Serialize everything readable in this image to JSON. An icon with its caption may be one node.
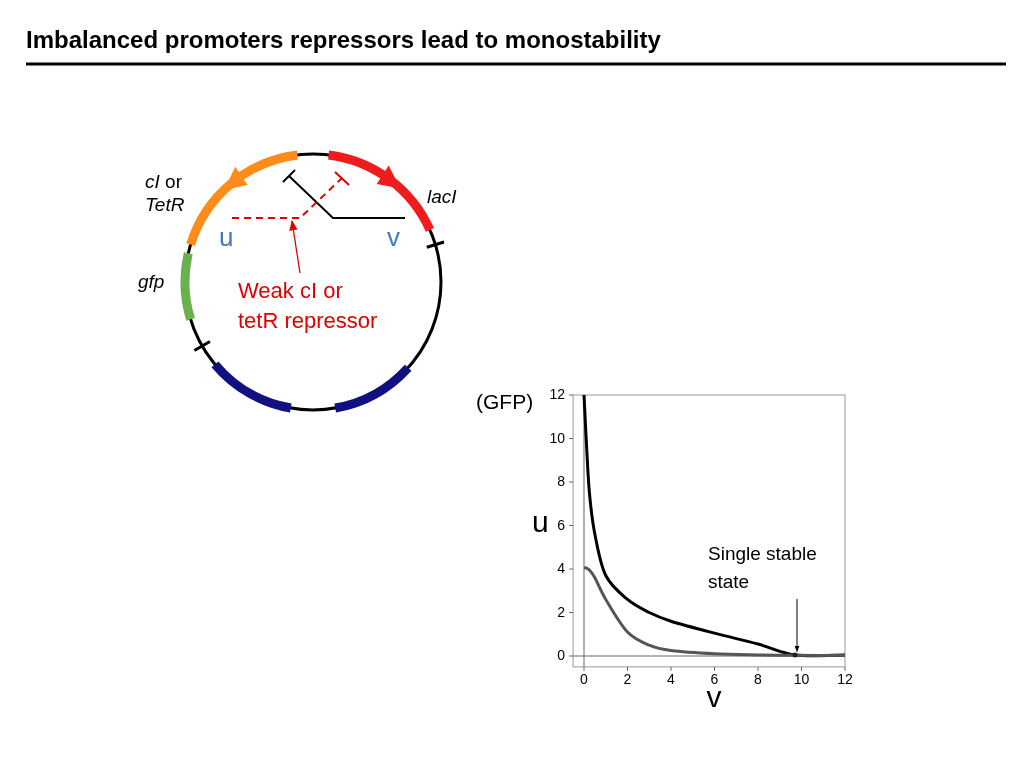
{
  "diagram": {
    "title": "Imbalanced promoters repressors lead to monostability",
    "nodes": [
      {
        "text": [
          "Weak cI or tetR repressor"
        ]
      },
      {
        "text": [
          "Single stable state"
        ]
      },
      {
        "text": [],
        "shape": "line"
      },
      {
        "text": [],
        "shape": "point"
      }
    ],
    "edges": [
      {
        "from": 0,
        "to": 2,
        "arrow": "to",
        "color": "#e00000"
      },
      {
        "from": 1,
        "to": 3,
        "arrow": "to",
        "color": "#000000"
      }
    ],
    "labels": [
      "*cI* or *TetR*",
      "lacI",
      "u",
      "v",
      "gfp",
      "(GFP)"
    ],
    "chart_data": {
      "type": "line",
      "xlabel": "v",
      "ylabel": "u",
      "x": [
        0,
        0.1,
        0.25,
        0.5,
        1,
        2,
        3,
        4,
        6,
        8,
        9.7,
        12
      ],
      "series": [
        {
          "color": "#000000",
          "values": [
            12,
            10,
            7.5,
            5.6,
            3.7,
            2.6,
            2.0,
            1.6,
            1.05,
            0.55,
            0.05,
            0.05
          ]
        },
        {
          "color": "#555555",
          "values": [
            4.05,
            4.05,
            3.95,
            3.6,
            2.6,
            1.1,
            0.5,
            0.25,
            0.1,
            0.05,
            0.03,
            0.03
          ]
        }
      ],
      "xlim": [
        -0.5,
        12
      ],
      "ylim": [
        -0.5,
        12
      ],
      "xticks": [
        0,
        2,
        4,
        6,
        8,
        10,
        12
      ],
      "yticks": [
        0,
        2,
        4,
        6,
        8,
        10,
        12
      ]
    }
  }
}
